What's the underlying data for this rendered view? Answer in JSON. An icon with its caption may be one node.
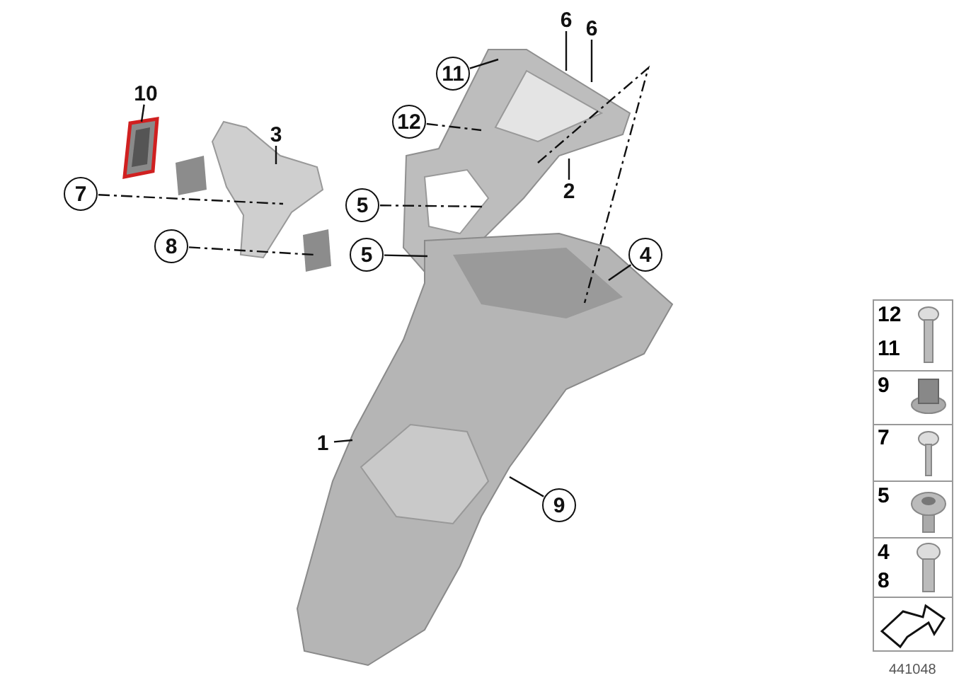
{
  "diagram": {
    "nodes": [
      {
        "text": [
          "10"
        ]
      },
      {
        "text": [
          "3"
        ]
      },
      {
        "text": [
          "7"
        ]
      },
      {
        "text": [
          "5"
        ]
      },
      {
        "text": [
          "8"
        ]
      },
      {
        "text": [
          "5"
        ]
      },
      {
        "text": [
          "6"
        ]
      },
      {
        "text": [
          "6"
        ]
      },
      {
        "text": [
          "11"
        ]
      },
      {
        "text": [
          "12"
        ]
      },
      {
        "text": [
          "2"
        ]
      },
      {
        "text": [
          "4"
        ]
      },
      {
        "text": [
          "1"
        ]
      },
      {
        "text": [
          "9"
        ]
      },
      {
        "text": [],
        "shape": "picture"
      },
      {
        "text": [],
        "shape": "picture"
      },
      {
        "text": [],
        "shape": "picture"
      },
      {
        "text": [],
        "shape": "picture"
      }
    ],
    "edges": [
      {
        "from": 0,
        "to": 14,
        "arrow": "none"
      },
      {
        "from": 1,
        "to": 15,
        "arrow": "none"
      },
      {
        "from": 2,
        "to": 15,
        "arrow": "none",
        "style": "dashed"
      },
      {
        "from": 3,
        "to": 16,
        "arrow": "none",
        "style": "dashed"
      },
      {
        "from": 4,
        "to": 15,
        "arrow": "none",
        "style": "dashed"
      },
      {
        "from": 5,
        "to": 16,
        "arrow": "none"
      },
      {
        "from": 6,
        "to": 16,
        "arrow": "none"
      },
      {
        "from": 7,
        "to": 16,
        "arrow": "none"
      },
      {
        "from": 8,
        "to": 16,
        "arrow": "none"
      },
      {
        "from": 9,
        "to": 16,
        "arrow": "none",
        "style": "dashed"
      },
      {
        "from": 10,
        "to": 16,
        "arrow": "none"
      },
      {
        "from": 11,
        "to": 17,
        "arrow": "none"
      },
      {
        "from": 12,
        "to": 17,
        "arrow": "none"
      },
      {
        "from": 13,
        "to": 17,
        "arrow": "none"
      },
      {
        "from": 16,
        "to": 17,
        "arrow": "none",
        "style": "dashed"
      }
    ],
    "labels": [
      "12",
      "11",
      "9",
      "7",
      "5",
      "4",
      "8",
      "441048"
    ]
  }
}
